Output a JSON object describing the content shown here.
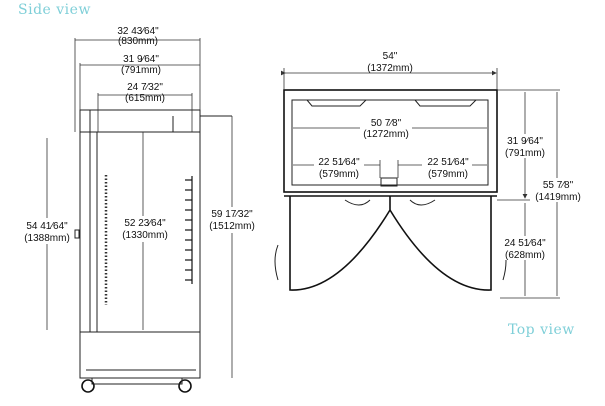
{
  "titles": {
    "side": "Side view",
    "top": "Top view"
  },
  "colors": {
    "title": "#7fcfd8",
    "line": "#222222"
  },
  "side_view": {
    "overall_depth": {
      "inch": "32 43⁄64\"",
      "mm": "(830mm)"
    },
    "cabinet_depth": {
      "inch": "31 9⁄64\"",
      "mm": "(791mm)"
    },
    "interior_depth": {
      "inch": "24 7⁄32\"",
      "mm": "(615mm)"
    },
    "door_height": {
      "inch": "54 41⁄64\"",
      "mm": "(1388mm)"
    },
    "interior_height": {
      "inch": "52 23⁄64\"",
      "mm": "(1330mm)"
    },
    "overall_height": {
      "inch": "59 17⁄32\"",
      "mm": "(1512mm)"
    }
  },
  "top_view": {
    "overall_width": {
      "inch": "54\"",
      "mm": "(1372mm)"
    },
    "interior_width": {
      "inch": "50 7⁄8\"",
      "mm": "(1272mm)"
    },
    "door_left": {
      "inch": "22 51⁄64\"",
      "mm": "(579mm)"
    },
    "door_right": {
      "inch": "22 51⁄64\"",
      "mm": "(579mm)"
    },
    "cabinet_depth": {
      "inch": "31 9⁄64\"",
      "mm": "(791mm)"
    },
    "overall_depth": {
      "inch": "55 7⁄8\"",
      "mm": "(1419mm)"
    },
    "door_swing": {
      "inch": "24 51⁄64\"",
      "mm": "(628mm)"
    }
  }
}
